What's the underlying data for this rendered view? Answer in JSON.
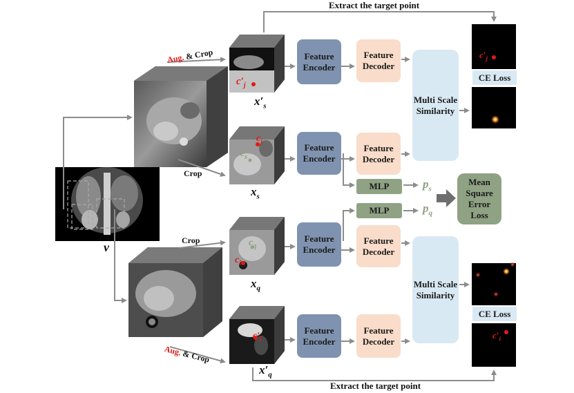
{
  "arrows": {
    "top_extract": "Extract the target point",
    "bottom_extract": "Extract the target point"
  },
  "aug_crop": {
    "top_aug": "Aug.",
    "top_crop": "& Crop",
    "bottom_aug": "Aug.",
    "bottom_crop": "& Crop"
  },
  "crop_labels": {
    "upper": "Crop",
    "lower": "Crop"
  },
  "volume": {
    "v_label": "v"
  },
  "patches": {
    "xs_prime": {
      "base": "x",
      "sub": "s",
      "prime": "′"
    },
    "xs": {
      "base": "x",
      "sub": "s"
    },
    "xq": {
      "base": "x",
      "sub": "q"
    },
    "xq_prime": {
      "base": "x",
      "sub": "q",
      "prime": "′"
    }
  },
  "points": {
    "cj_prime": {
      "base": "c",
      "sub": "j",
      "prime": "′"
    },
    "cj": {
      "base": "c",
      "sub": "j"
    },
    "cs": {
      "base": "c",
      "sub": "s"
    },
    "cq": {
      "base": "c",
      "sub": "q"
    },
    "ci": {
      "base": "c",
      "sub": "i"
    },
    "ci_prime": {
      "base": "c",
      "sub": "i",
      "prime": "′"
    },
    "cj_prime_heat": {
      "base": "c",
      "sub": "j",
      "prime": "′"
    },
    "ci_prime_heat": {
      "base": "c",
      "sub": "i",
      "prime": "′"
    }
  },
  "encoders": [
    "Feature Encoder",
    "Feature Encoder",
    "Feature Encoder",
    "Feature Encoder"
  ],
  "decoders": [
    "Feature Decoder",
    "Feature Decoder",
    "Feature Decoder",
    "Feature Decoder"
  ],
  "similarity": [
    "Multi Scale Similarity",
    "Multi Scale Similarity"
  ],
  "mlp": [
    "MLP",
    "MLP"
  ],
  "projections": {
    "ps": {
      "base": "p",
      "sub": "s"
    },
    "pq": {
      "base": "p",
      "sub": "q"
    }
  },
  "mse_loss": "Mean Square Error Loss",
  "ce_loss": [
    "CE Loss",
    "CE Loss"
  ],
  "colors": {
    "encoder": "#7f93b0",
    "decoder": "#f9dcc9",
    "similarity": "#d9e9f3",
    "mlp": "#8fa284",
    "arrow": "#8c8c8c",
    "highlight_red": "#e01919",
    "label_green": "#8ea27f"
  }
}
